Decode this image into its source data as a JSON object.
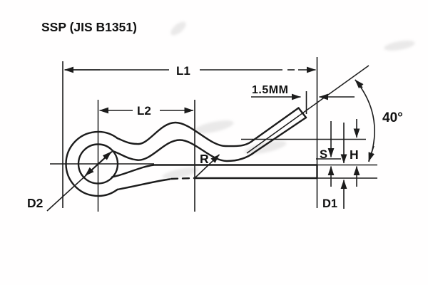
{
  "title": "SSP (JIS B1351)",
  "dimensions": {
    "overall_length": "L1",
    "wave_section_length": "L2",
    "tip_gap": "1.5MM",
    "bend_angle": "40°",
    "wave_radius": "R",
    "prong_gap": "S",
    "end_height": "H",
    "wire_diameter": "D1",
    "eye_inner_diameter": "D2"
  },
  "colors": {
    "line": "#1c1c1c",
    "background": "#ffffff",
    "watermark": "#bfbfbf"
  }
}
